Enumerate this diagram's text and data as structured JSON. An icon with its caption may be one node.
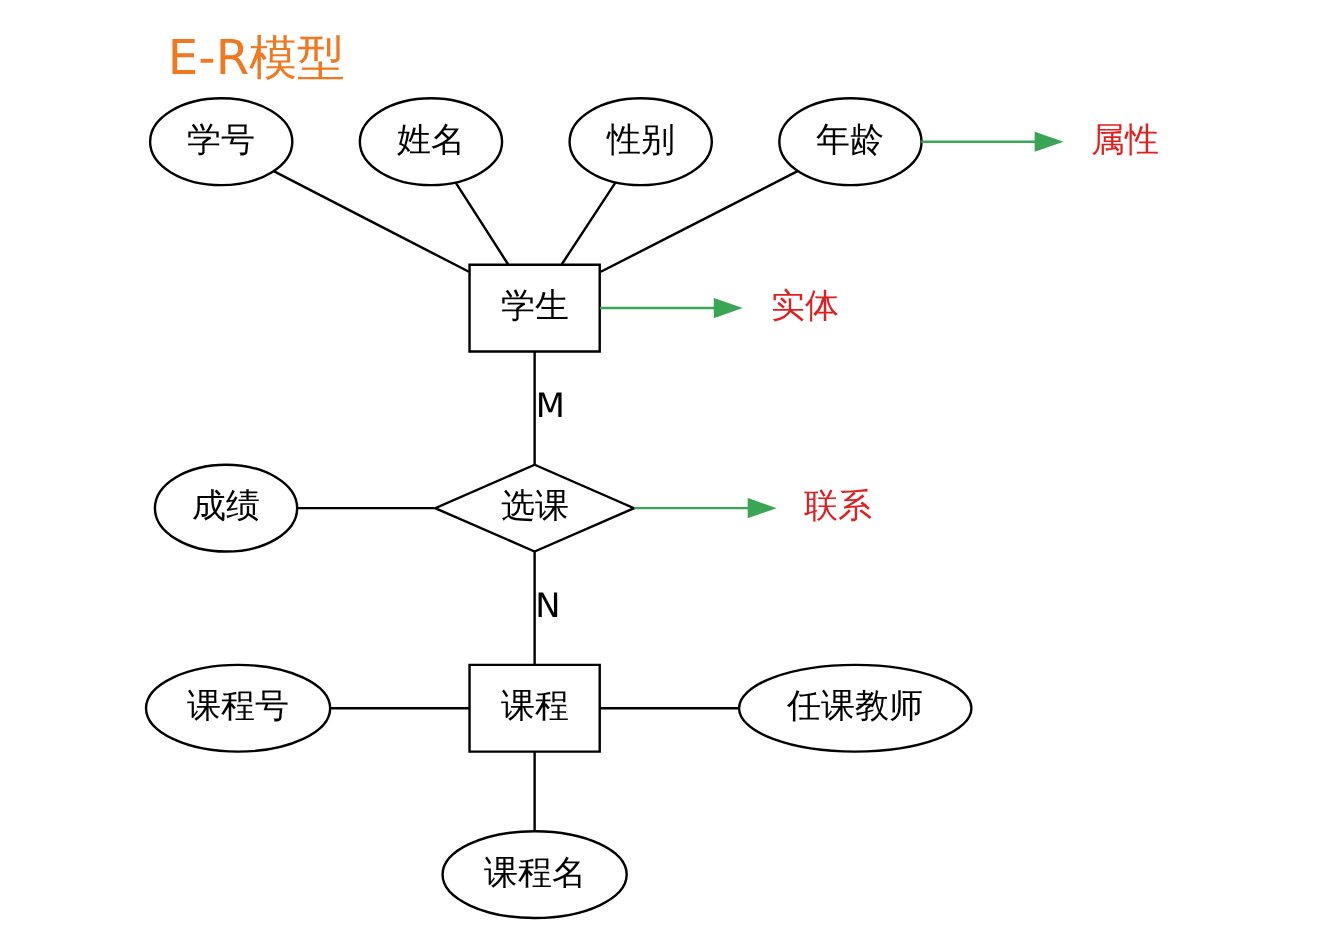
{
  "diagram": {
    "title": "E-R模型",
    "nodes": [
      {
        "text": [
          "学号"
        ]
      },
      {
        "text": [
          "姓名"
        ]
      },
      {
        "text": [
          "性别"
        ]
      },
      {
        "text": [
          "年龄"
        ]
      },
      {
        "text": [
          "属性"
        ]
      },
      {
        "text": [
          "学生"
        ]
      },
      {
        "text": [
          "实体"
        ]
      },
      {
        "text": [
          "成绩"
        ]
      },
      {
        "text": [
          "选课"
        ]
      },
      {
        "text": [
          "联系"
        ]
      },
      {
        "text": [
          "课程号"
        ]
      },
      {
        "text": [
          "课程"
        ]
      },
      {
        "text": [
          "任课教师"
        ]
      },
      {
        "text": [
          "课程名"
        ]
      }
    ],
    "edges": [
      {
        "from": 0,
        "to": 5,
        "arrow": "none"
      },
      {
        "from": 1,
        "to": 5,
        "arrow": "none"
      },
      {
        "from": 2,
        "to": 5,
        "arrow": "none"
      },
      {
        "from": 3,
        "to": 5,
        "arrow": "none"
      },
      {
        "from": 3,
        "to": 4,
        "arrow": "to",
        "color": "#3aa655"
      },
      {
        "from": 5,
        "to": 6,
        "arrow": "to",
        "color": "#3aa655"
      },
      {
        "from": 5,
        "to": 8,
        "arrow": "none",
        "label": "M"
      },
      {
        "from": 7,
        "to": 8,
        "arrow": "none"
      },
      {
        "from": 8,
        "to": 9,
        "arrow": "to",
        "color": "#3aa655"
      },
      {
        "from": 8,
        "to": 11,
        "arrow": "none",
        "label": "N"
      },
      {
        "from": 10,
        "to": 11,
        "arrow": "none"
      },
      {
        "from": 11,
        "to": 12,
        "arrow": "none"
      },
      {
        "from": 11,
        "to": 13,
        "arrow": "none"
      }
    ]
  }
}
